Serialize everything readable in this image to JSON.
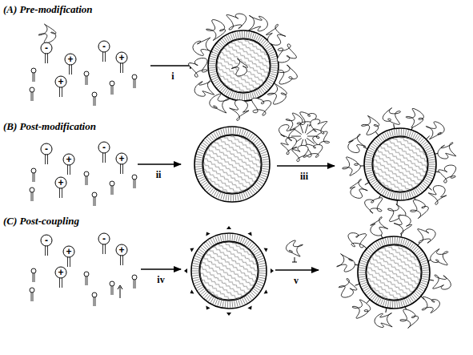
{
  "diagram": {
    "labels": [
      "(A) Pre-modification",
      "-",
      "+",
      "-",
      "+",
      "+",
      "i",
      "(B) Post-modification",
      "-",
      "+",
      "-",
      "+",
      "+",
      "ii",
      "iii",
      "(C) Post-coupling",
      "-",
      "+",
      "-",
      "+",
      "+",
      "iv",
      "v"
    ]
  }
}
